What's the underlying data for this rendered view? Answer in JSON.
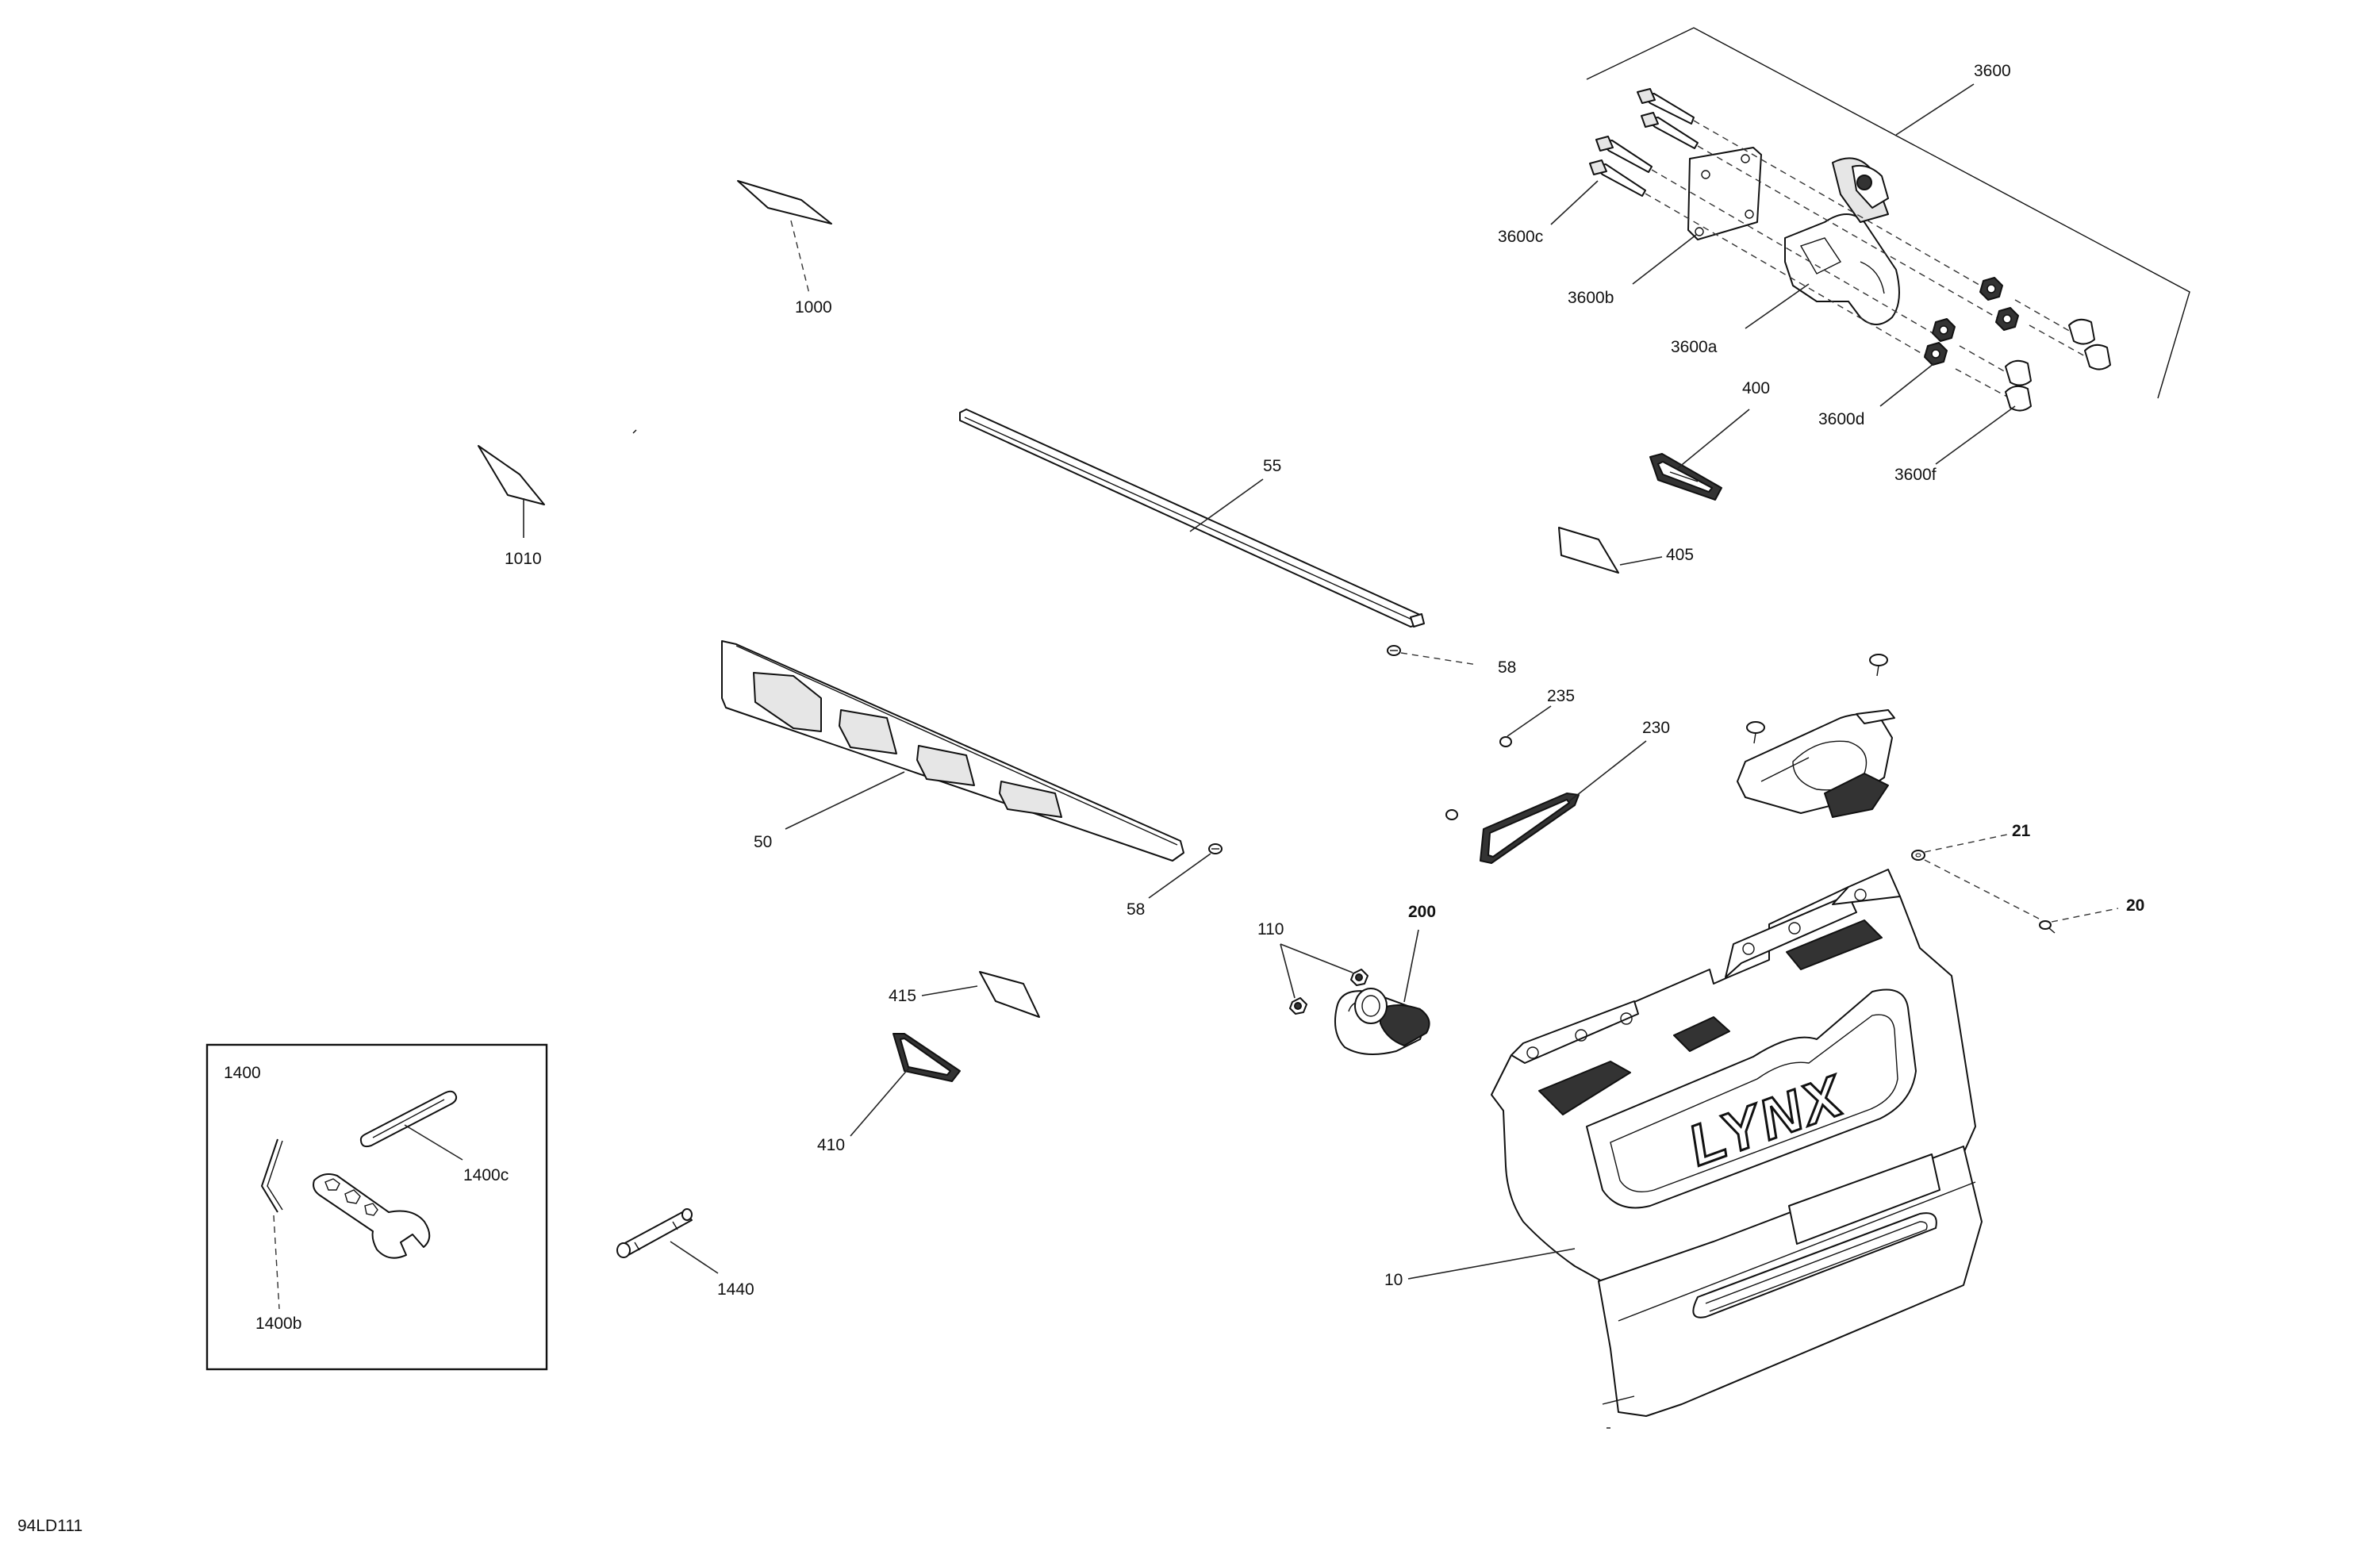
{
  "drawing_code": "94LD111",
  "labels": {
    "l1000": "1000",
    "l1010": "1010",
    "l55": "55",
    "l58a": "58",
    "l58b": "58",
    "l50": "50",
    "l415": "415",
    "l410": "410",
    "l1440": "1440",
    "l1400": "1400",
    "l1400b": "1400b",
    "l1400c": "1400c",
    "l3600": "3600",
    "l3600a": "3600a",
    "l3600b": "3600b",
    "l3600c": "3600c",
    "l3600d": "3600d",
    "l3600f": "3600f",
    "l400": "400",
    "l405": "405",
    "l235": "235",
    "l230": "230",
    "l21": "21",
    "l20": "20",
    "l110": "110",
    "l200": "200",
    "l10": "10"
  },
  "logo_text": "LYNX"
}
